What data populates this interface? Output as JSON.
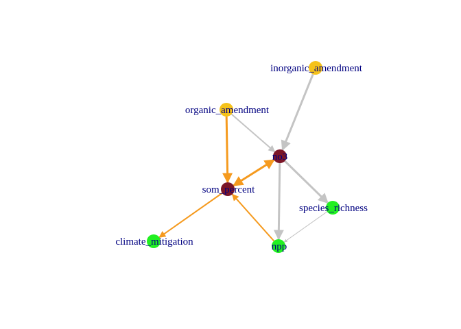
{
  "graph": {
    "nodes": [
      {
        "id": "inorganic_amendment",
        "label": "inorganic_amendment",
        "color": "#F5C21A"
      },
      {
        "id": "organic_amendment",
        "label": "organic_amendment",
        "color": "#F5C21A"
      },
      {
        "id": "no3",
        "label": "no3",
        "color": "#7B1628"
      },
      {
        "id": "som_percent",
        "label": "som_percent",
        "color": "#7B1628"
      },
      {
        "id": "species_richness",
        "label": "species_richness",
        "color": "#22F022"
      },
      {
        "id": "climate_mitigation",
        "label": "climate_mitigation",
        "color": "#22F022"
      },
      {
        "id": "npp",
        "label": "npp",
        "color": "#22F022"
      }
    ],
    "edges": [
      {
        "from": "inorganic_amendment",
        "to": "no3",
        "color": "#C4C4C4",
        "weight": "thick"
      },
      {
        "from": "organic_amendment",
        "to": "no3",
        "color": "#C4C4C4",
        "weight": "medium"
      },
      {
        "from": "organic_amendment",
        "to": "som_percent",
        "color": "#F59A1E",
        "weight": "thick"
      },
      {
        "from": "no3",
        "to": "som_percent",
        "color": "#F59A1E",
        "weight": "thick",
        "bidirectional": true
      },
      {
        "from": "no3",
        "to": "species_richness",
        "color": "#C4C4C4",
        "weight": "thick"
      },
      {
        "from": "no3",
        "to": "npp",
        "color": "#C4C4C4",
        "weight": "thick"
      },
      {
        "from": "species_richness",
        "to": "npp",
        "color": "#C4C4C4",
        "weight": "thin"
      },
      {
        "from": "som_percent",
        "to": "climate_mitigation",
        "color": "#F59A1E",
        "weight": "medium"
      },
      {
        "from": "npp",
        "to": "som_percent",
        "color": "#F59A1E",
        "weight": "medium"
      }
    ]
  }
}
